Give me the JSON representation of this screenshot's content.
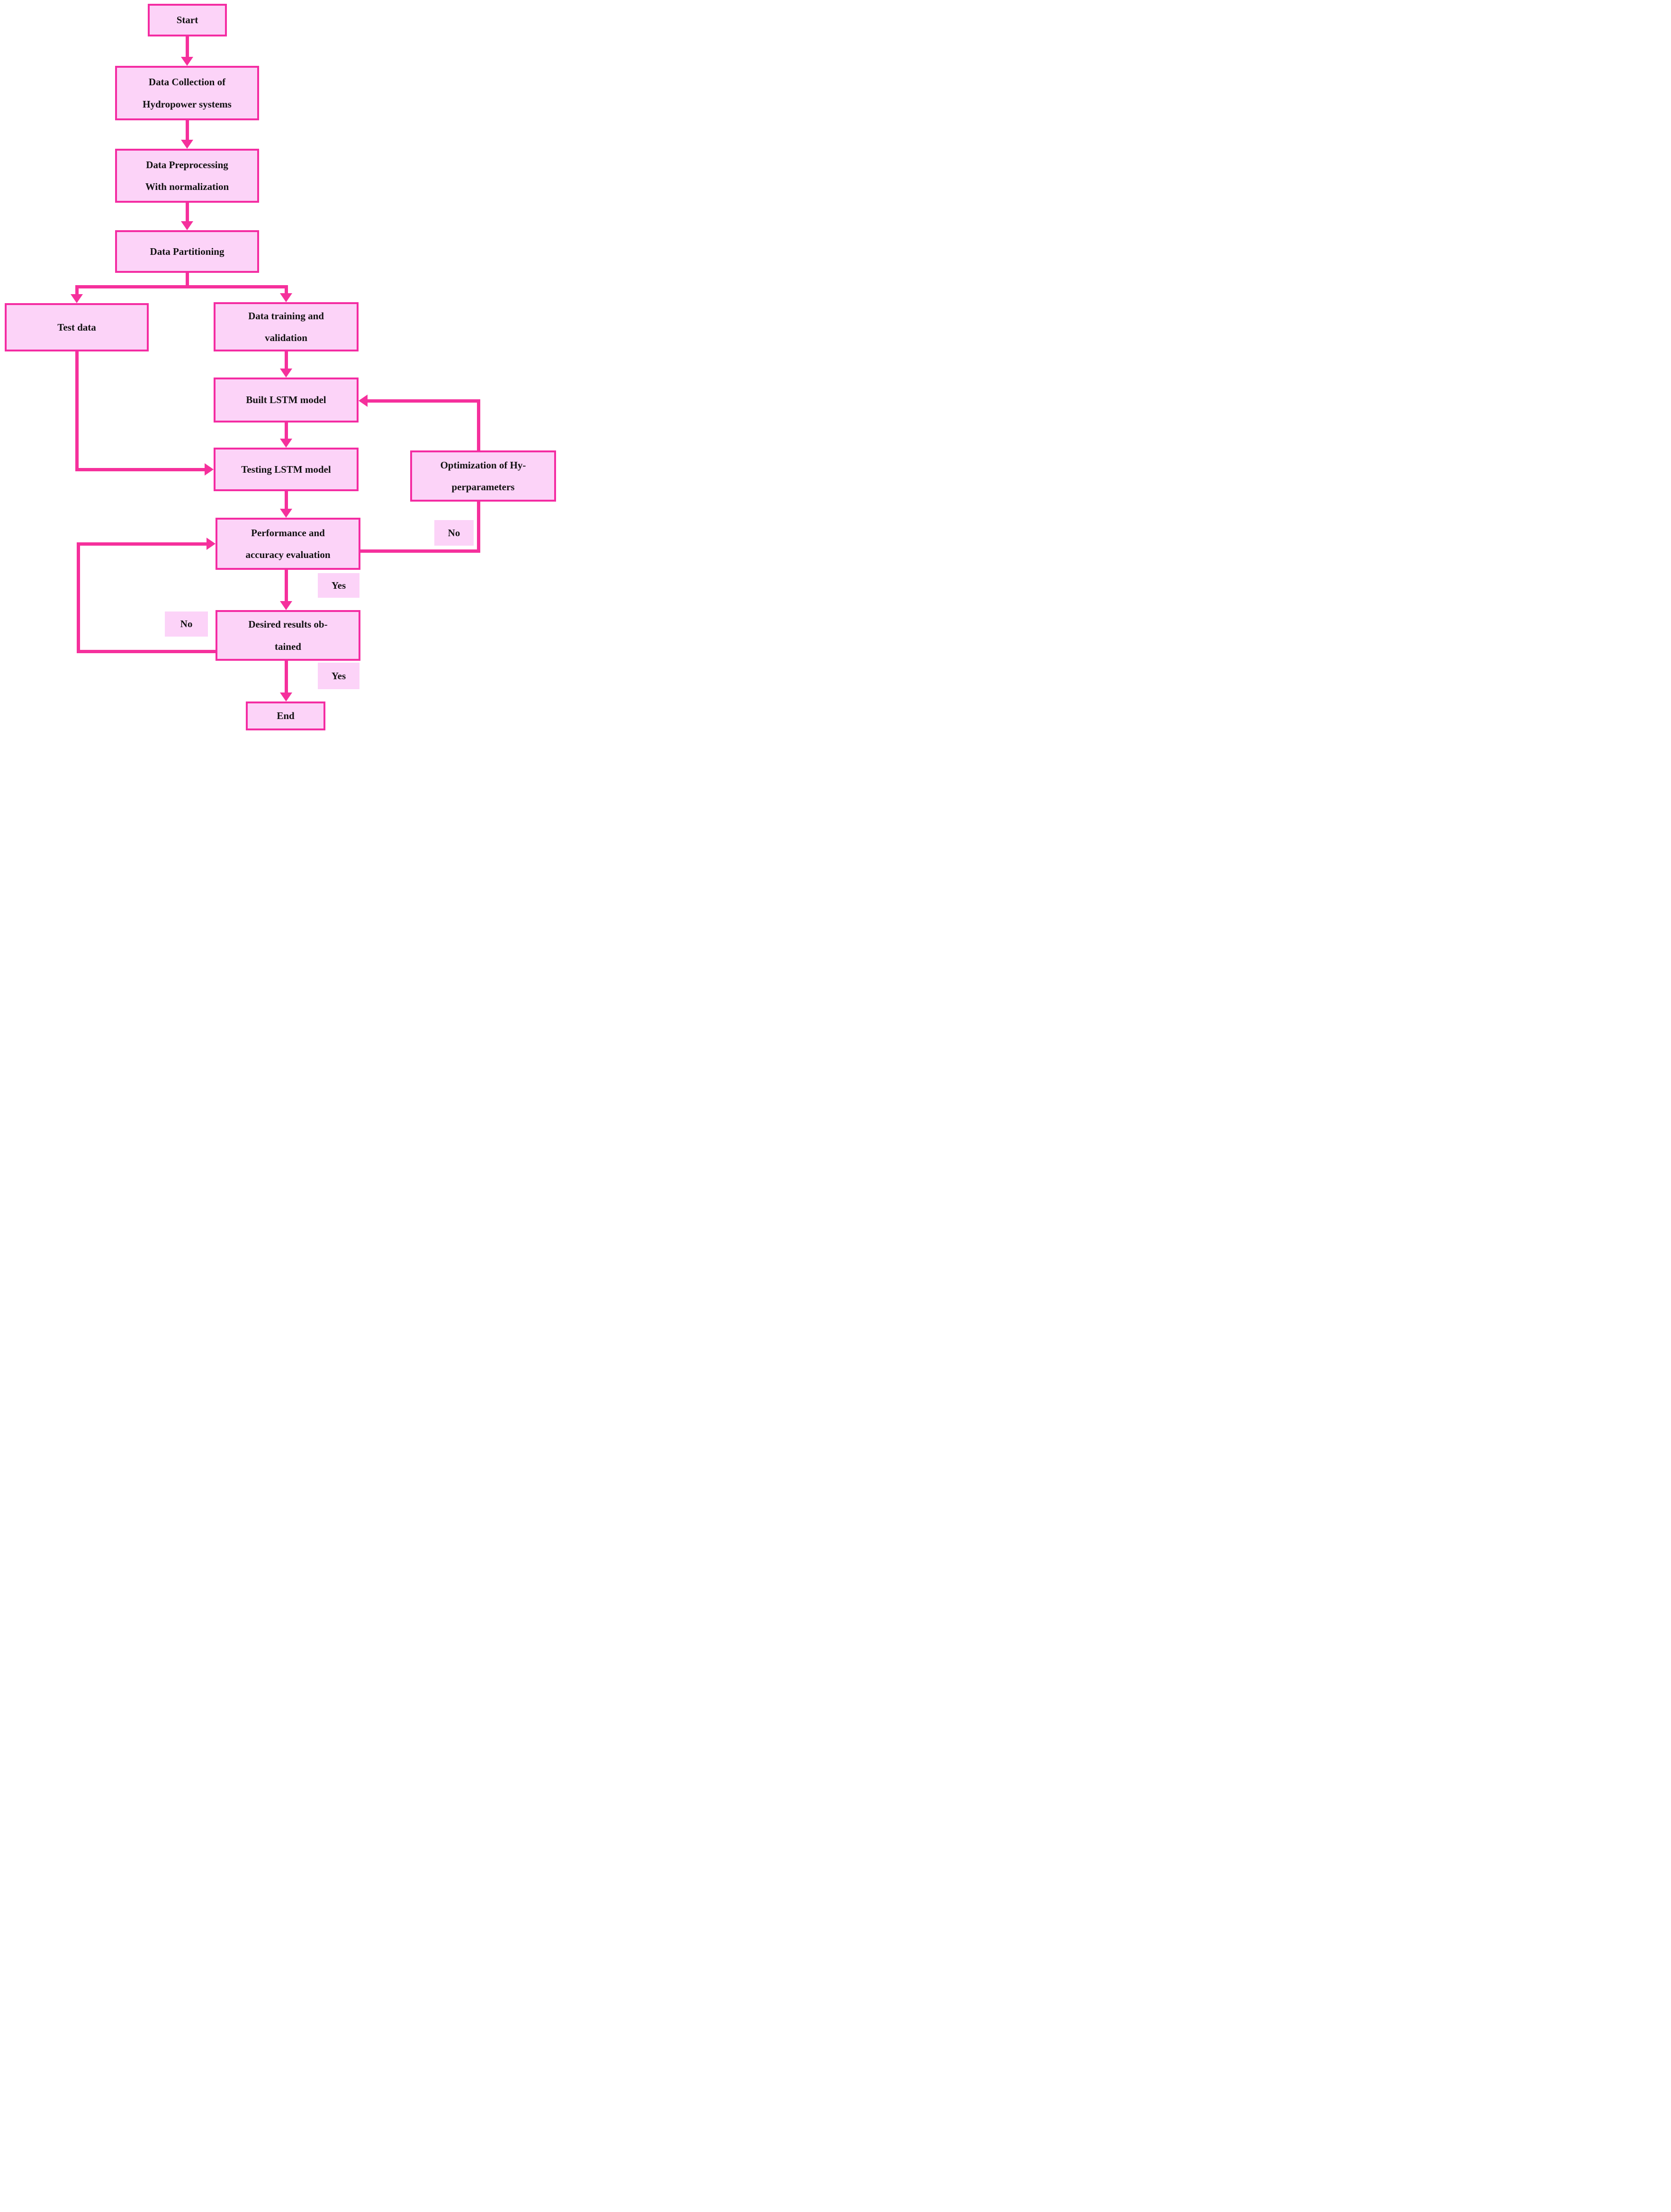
{
  "diagram": {
    "colors": {
      "box_fill": "#fcd3f8",
      "box_border": "#f42ca2",
      "line": "#f5309c",
      "text": "#111111"
    },
    "nodes": {
      "start": {
        "label": "Start"
      },
      "collect": {
        "line1": "Data Collection of",
        "line2": "Hydropower systems"
      },
      "preprocess": {
        "line1": "Data Preprocessing",
        "line2": "With normalization"
      },
      "partition": {
        "label": "Data Partitioning"
      },
      "test_data": {
        "label": "Test data"
      },
      "training": {
        "line1": "Data training and",
        "line2": "validation"
      },
      "built": {
        "label": "Built LSTM model"
      },
      "testing": {
        "label": "Testing LSTM model"
      },
      "optimization": {
        "line1": "Optimization of Hy-",
        "line2": "perparameters"
      },
      "performance": {
        "line1": "Performance and",
        "line2": "accuracy evaluation"
      },
      "desired": {
        "line1": "Desired results ob-",
        "line2": "tained"
      },
      "end": {
        "label": "End"
      }
    },
    "edge_labels": {
      "no_right": "No",
      "yes_top": "Yes",
      "no_left": "No",
      "yes_bottom": "Yes"
    }
  }
}
